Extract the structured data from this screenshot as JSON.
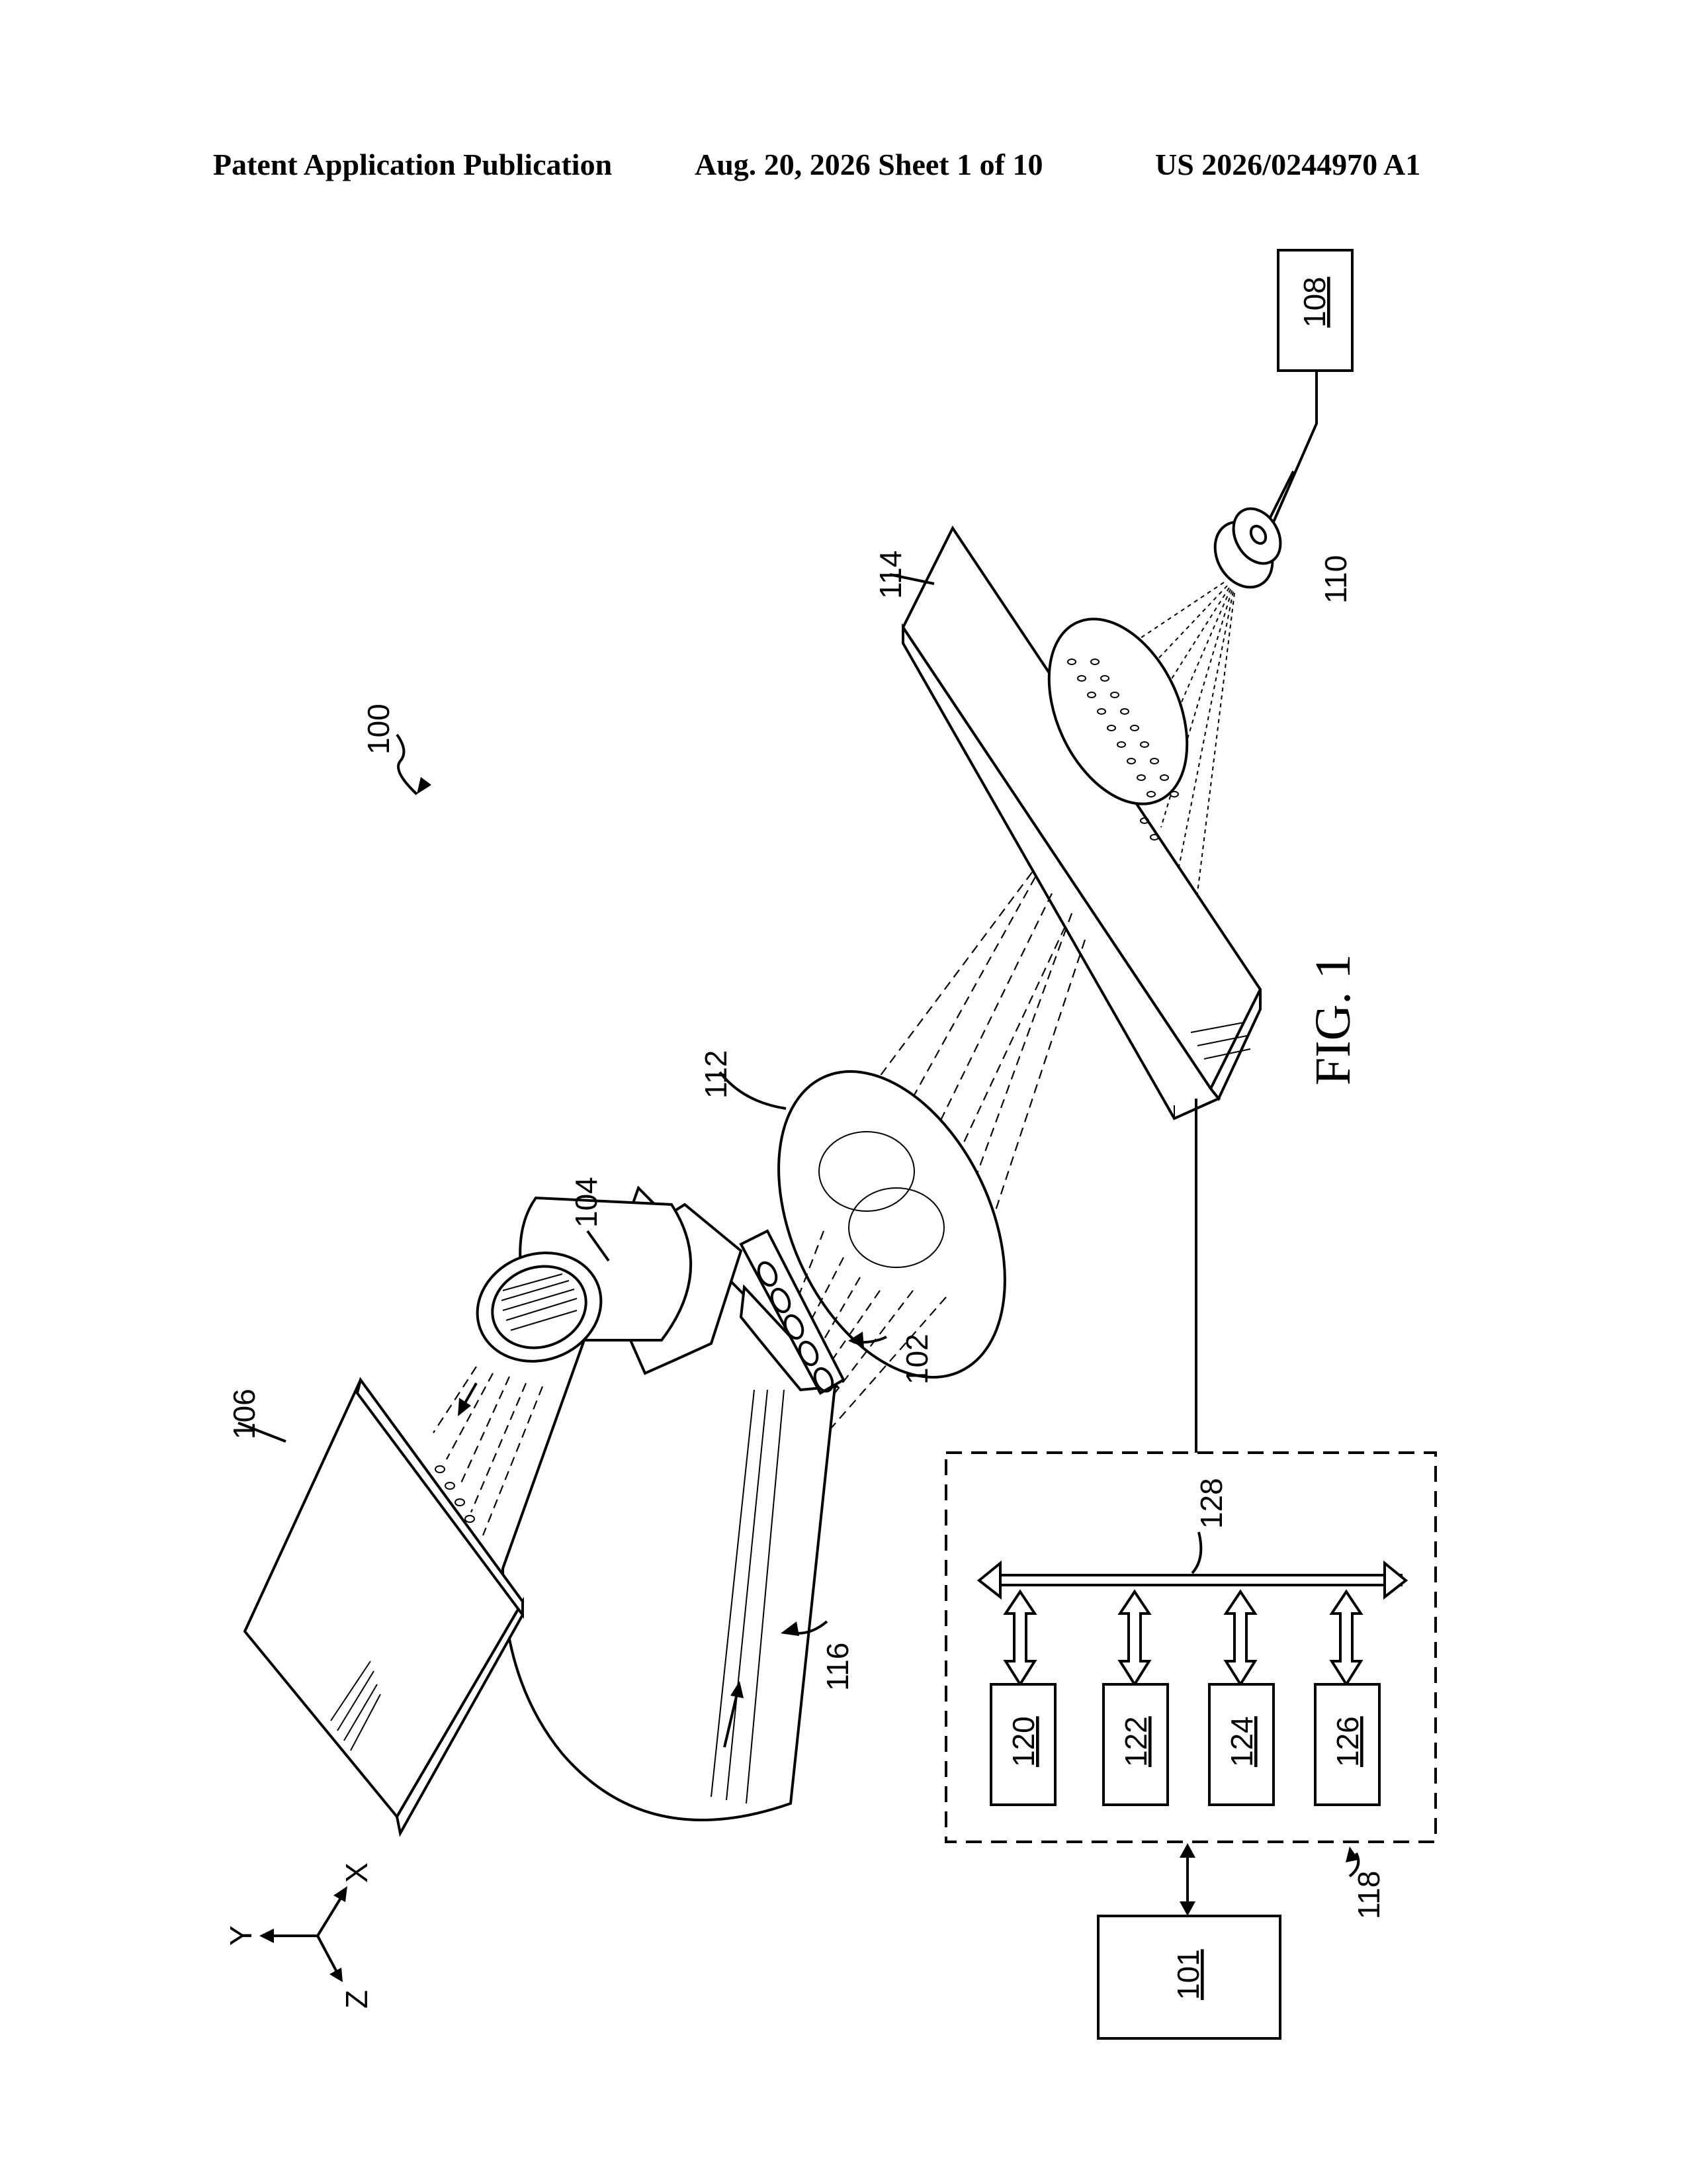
{
  "header": {
    "publication": "Patent Application Publication",
    "date_sheet": "Aug. 20, 2026  Sheet 1 of 10",
    "number": "US 2026/0244970 A1"
  },
  "figure": {
    "caption": "FIG. 1",
    "labels": {
      "system": "100",
      "r101": "101",
      "r102": "102",
      "r104": "104",
      "r106": "106",
      "r108": "108",
      "r110": "110",
      "r112": "112",
      "r114": "114",
      "r116": "116",
      "r118": "118",
      "r120": "120",
      "r122": "122",
      "r124": "124",
      "r126": "126",
      "r128": "128"
    },
    "axes": {
      "x": "X",
      "y": "Y",
      "z": "Z"
    }
  }
}
